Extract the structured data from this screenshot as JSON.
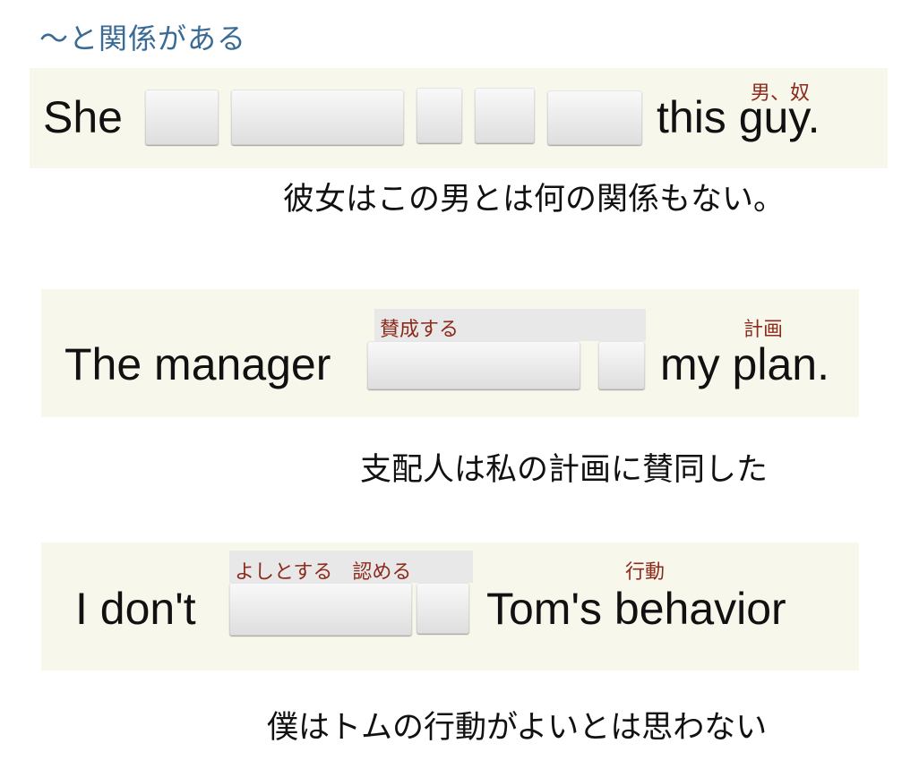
{
  "heading": "〜と関係がある",
  "sentences": [
    {
      "prefix": "She",
      "suffix": "this guy.",
      "glosses": [
        "男、奴"
      ],
      "translation": "彼女はこの男とは何の関係もない。",
      "blank_count": 5
    },
    {
      "prefix": "The manager",
      "suffix": "my plan.",
      "glosses": [
        "賛成する",
        "計画"
      ],
      "translation": "支配人は私の計画に賛同した",
      "blank_count": 2
    },
    {
      "prefix": "I don't",
      "suffix": "Tom's behavior",
      "glosses": [
        "よしとする　認める",
        "行動"
      ],
      "translation": "僕はトムの行動がよいとは思わない",
      "blank_count": 2
    }
  ]
}
